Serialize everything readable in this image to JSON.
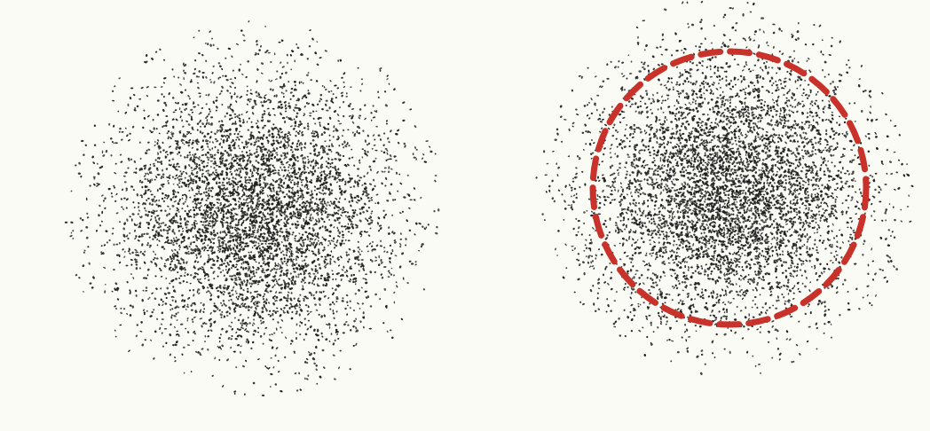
{
  "diagram": {
    "panels": [
      {
        "id": "left",
        "shape": "dot-cloud",
        "boundary_marked": false
      },
      {
        "id": "right",
        "shape": "dot-cloud",
        "boundary_marked": true,
        "boundary_style": "dashed-circle"
      }
    ]
  },
  "colors": {
    "paper": "#fbfbf6",
    "dots": "#1e1e1e",
    "boundary": "#c8322a"
  }
}
